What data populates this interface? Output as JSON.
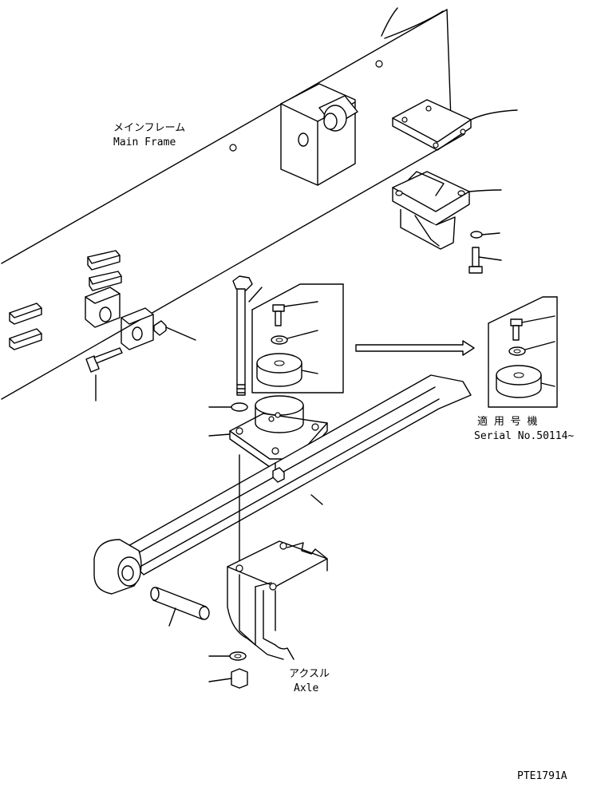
{
  "labels": {
    "main_frame_jp": "メインフレーム",
    "main_frame_en": "Main Frame",
    "serial_jp": "適 用 号 機",
    "serial_en": "Serial No.50114~",
    "axle_jp": "アクスル",
    "axle_en": "Axle",
    "drawing_code": "PTE1791A"
  }
}
